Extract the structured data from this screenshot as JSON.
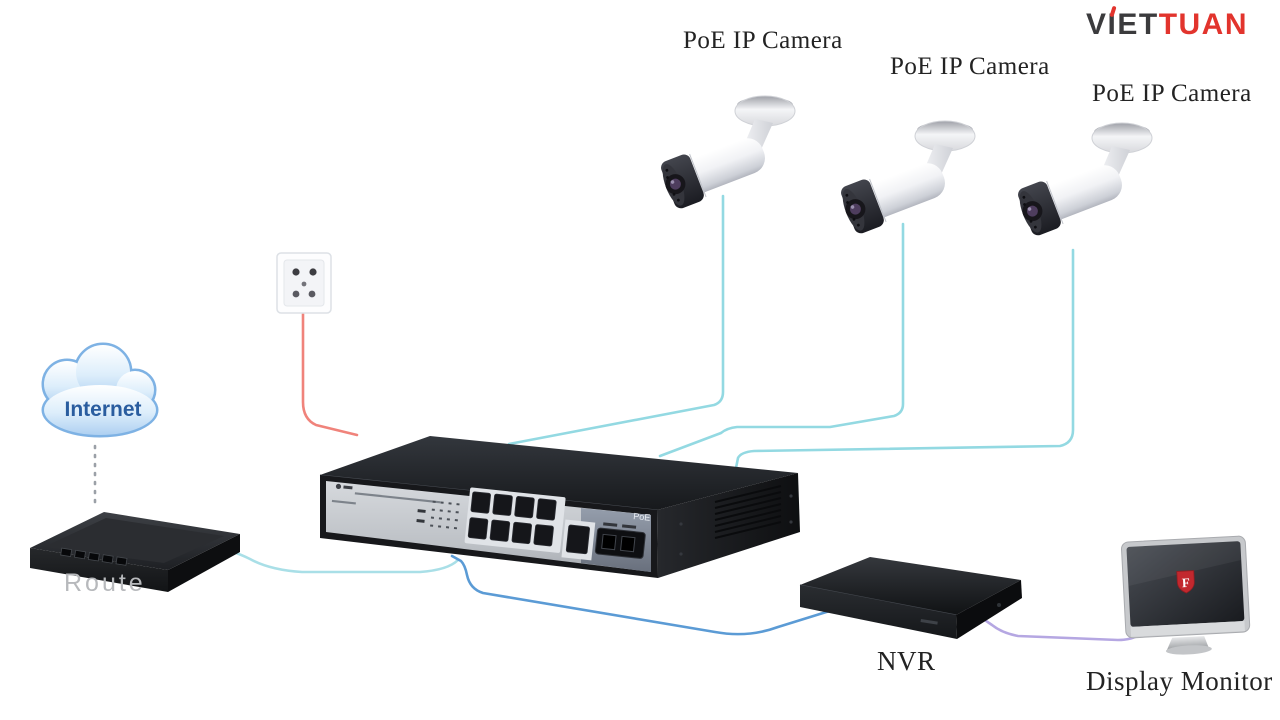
{
  "background": "#ffffff",
  "logo": {
    "part1": "VIET",
    "part2": "TUAN",
    "accent_color": "#e2342d",
    "dark_color": "#3b3b3d"
  },
  "labels": {
    "camera1": "PoE IP Camera",
    "camera2": "PoE IP Camera",
    "camera3": "PoE IP Camera",
    "internet": "Internet",
    "router": "Route",
    "nvr": "NVR",
    "monitor": "Display Monitor",
    "switch_poe": "PoE",
    "monitor_logo": "F"
  },
  "devices": [
    {
      "name": "poe-ip-camera-1",
      "type": "bullet ip camera"
    },
    {
      "name": "poe-ip-camera-2",
      "type": "bullet ip camera"
    },
    {
      "name": "poe-ip-camera-3",
      "type": "bullet ip camera"
    },
    {
      "name": "wall-outlet",
      "type": "power socket"
    },
    {
      "name": "internet-cloud",
      "type": "cloud"
    },
    {
      "name": "router",
      "type": "router"
    },
    {
      "name": "poe-switch",
      "type": "8-port PoE switch with uplink and SFP"
    },
    {
      "name": "nvr",
      "type": "network video recorder"
    },
    {
      "name": "display-monitor",
      "type": "monitor"
    }
  ],
  "cables": {
    "power": {
      "color": "#f0837b",
      "from": "wall-outlet",
      "to": "poe-switch"
    },
    "camera1": {
      "color": "#93d9e2",
      "from": "poe-ip-camera-1",
      "to": "poe-switch"
    },
    "camera2": {
      "color": "#93d9e2",
      "from": "poe-ip-camera-2",
      "to": "poe-switch"
    },
    "camera3": {
      "color": "#93d9e2",
      "from": "poe-ip-camera-3",
      "to": "poe-switch"
    },
    "router_uplink": {
      "color": "#a9dfe7",
      "from": "router",
      "to": "poe-switch"
    },
    "nvr_link": {
      "color": "#5b9bd5",
      "from": "poe-switch",
      "to": "nvr"
    },
    "monitor_link": {
      "color": "#b5a7e2",
      "from": "nvr",
      "to": "display-monitor"
    },
    "internet_link": {
      "color": "#9ba0a7",
      "style": "dashed",
      "from": "internet-cloud",
      "to": "router"
    }
  },
  "cloud_colors": {
    "fill_top": "#ffffff",
    "fill_bottom": "#aed0f1",
    "outline": "#7eb2e4",
    "text": "#2a5d9f"
  }
}
